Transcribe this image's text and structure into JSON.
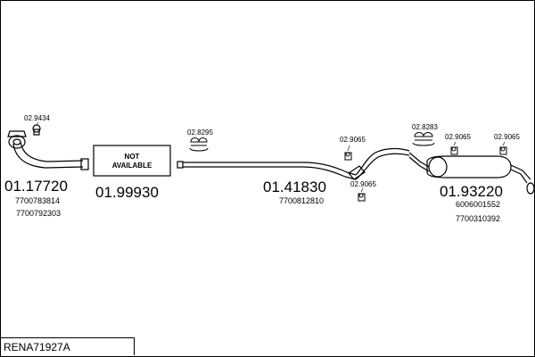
{
  "ref_code": "RENA71927A",
  "not_available": "NOT\nAVAILABLE",
  "parts": [
    {
      "number": "01.17720",
      "refs": [
        "7700783814",
        "7700792303"
      ]
    },
    {
      "number": "01.99930",
      "refs": []
    },
    {
      "number": "01.41830",
      "refs": [
        "7700812810"
      ]
    },
    {
      "number": "01.93220",
      "refs": [
        "6006001552",
        "7700310392"
      ]
    }
  ],
  "fittings": [
    "02.9434",
    "02.8295",
    "02.9065",
    "02.9065",
    "02.8283",
    "02.9065",
    "02.9065"
  ]
}
